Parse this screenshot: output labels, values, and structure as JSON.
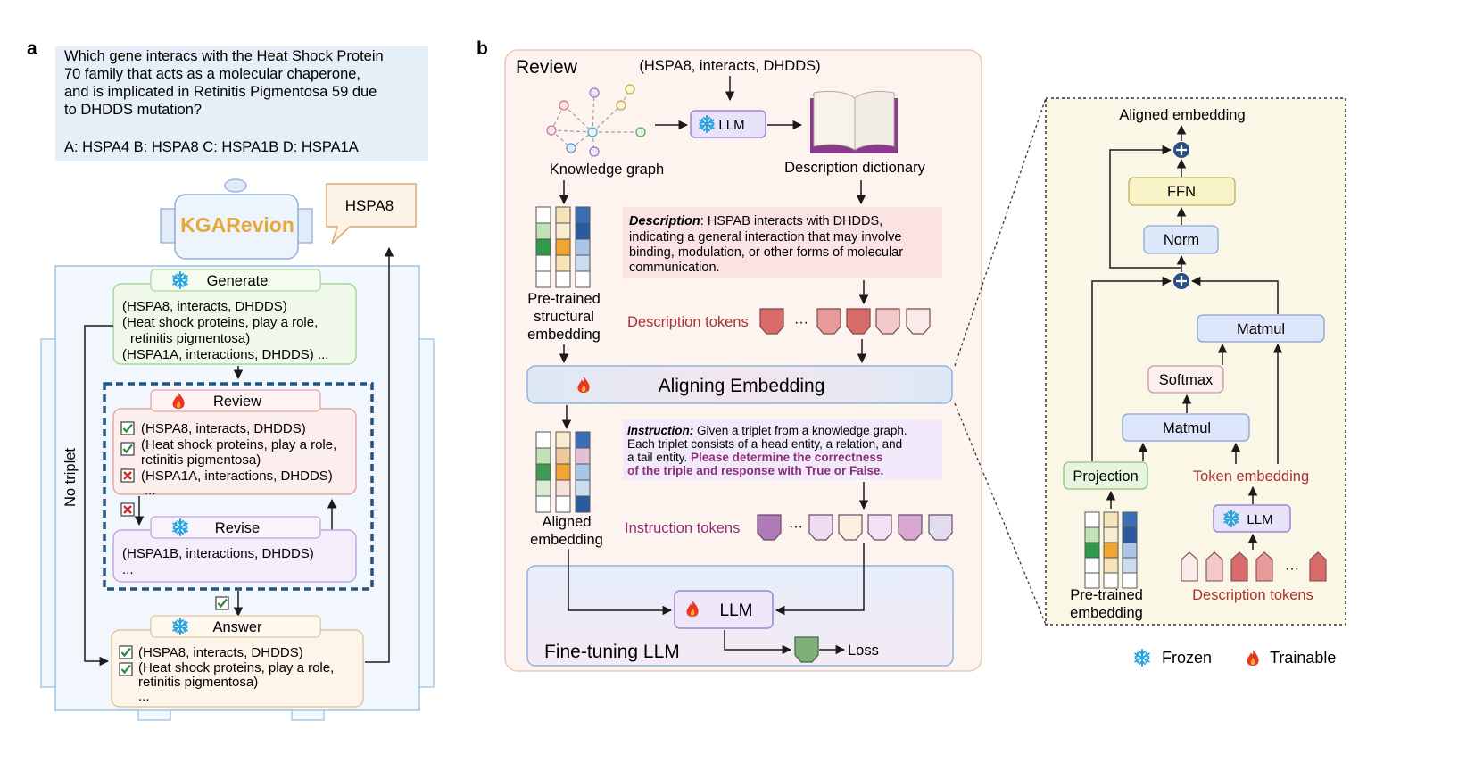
{
  "panel_a": {
    "label": "a",
    "question": [
      "Which gene interacs with the Heat Shock Protein",
      "70 family that acts as a molecular chaperone,",
      "and is implicated in Retinitis Pigmentosa 59 due",
      "to DHDDS mutation?"
    ],
    "options": "A: HSPA4  B: HSPA8  C: HSPA1B  D: HSPA1A",
    "agent_name": "KGARevion",
    "speech": "HSPA8",
    "generate": {
      "title": "Generate",
      "lines": [
        "(HSPA8, interacts, DHDDS)",
        "(Heat shock proteins, play a role,",
        "retinitis pigmentosa)",
        "(HSPA1A, interactions, DHDDS) ..."
      ]
    },
    "review": {
      "title": "Review",
      "lines": [
        "(HSPA8, interacts, DHDDS)",
        "(Heat shock proteins, play a role,",
        "retinitis pigmentosa)",
        "(HSPA1A, interactions, DHDDS)",
        "..."
      ]
    },
    "revise": {
      "title": "Revise",
      "lines": [
        "(HSPA1B, interactions, DHDDS)",
        "..."
      ]
    },
    "answer": {
      "title": "Answer",
      "lines": [
        "(HSPA8, interacts, DHDDS)",
        "(Heat shock proteins, play a role,",
        "retinitis pigmentosa)",
        "..."
      ]
    },
    "no_triplet": "No triplet"
  },
  "panel_b": {
    "label": "b",
    "review_title": "Review",
    "triplet": "(HSPA8, interacts, DHDDS)",
    "llm": "LLM",
    "knowledge_graph": "Knowledge graph",
    "description_dictionary": "Description dictionary",
    "description_label": "Description",
    "description_text": [
      ": HSPAB interacts with DHDDS,",
      "indicating a general interaction that may involve",
      "binding, modulation, or other forms of molecular",
      "communication."
    ],
    "pretrained": [
      "Pre-trained",
      "structural",
      "embedding"
    ],
    "description_tokens": "Description tokens",
    "dots": "···",
    "aligning_embedding": "Aligning Embedding",
    "instruction_label": "Instruction:",
    "instruction_text": [
      " Given a triplet from a knowledge graph.",
      "Each triplet consists of a head entity, a relation, and",
      "a tail entity."
    ],
    "instruction_bold": [
      " Please determine the correctness",
      "of the triple and response with True or False."
    ],
    "aligned": [
      "Aligned",
      "embedding"
    ],
    "instruction_tokens": "Instruction tokens",
    "finetune": "Fine-tuning LLM",
    "loss": "Loss"
  },
  "panel_c": {
    "aligned_embedding": "Aligned embedding",
    "ffn": "FFN",
    "norm": "Norm",
    "matmul_top": "Matmul",
    "softmax": "Softmax",
    "matmul_bottom": "Matmul",
    "projection": "Projection",
    "token_embedding": "Token embedding",
    "llm": "LLM",
    "pretrained": [
      "Pre-trained",
      "embedding"
    ],
    "description_tokens": "Description tokens",
    "dots": "···"
  },
  "legend": {
    "frozen": "Frozen",
    "trainable": "Trainable"
  },
  "colors": {
    "red_text": "#a83232",
    "purple_text": "#8b2f7a",
    "frozen_blue": "#2aa5e0",
    "flame_red": "#e8381c",
    "gold": "#e6a83a"
  }
}
